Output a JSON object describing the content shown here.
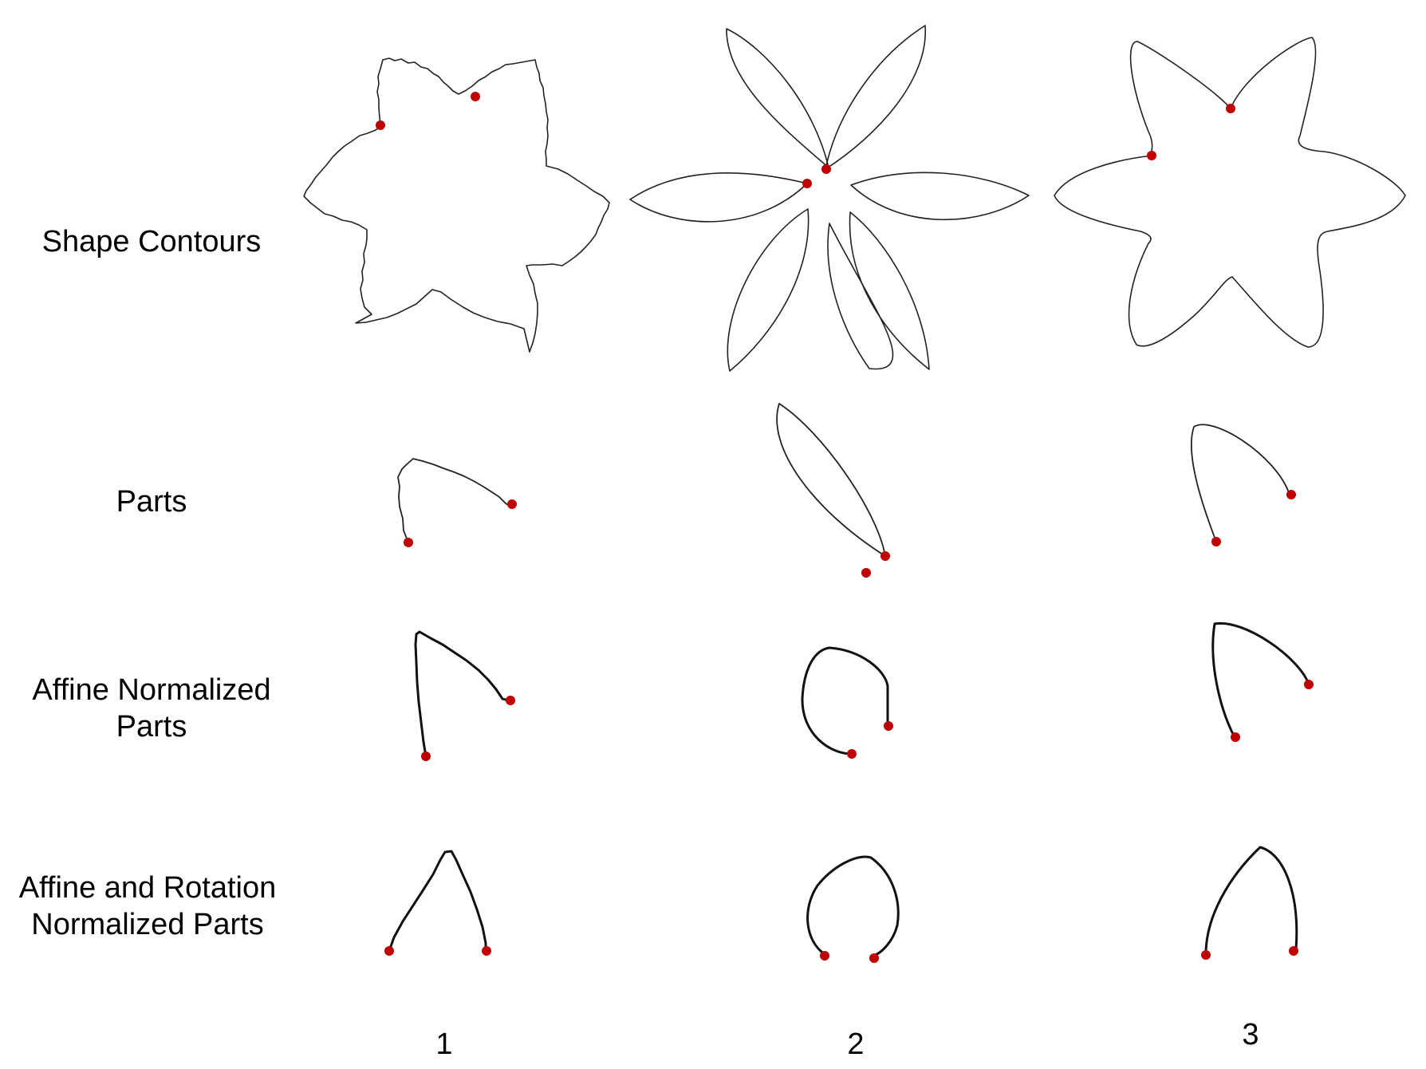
{
  "row_labels": {
    "shape_contours": "Shape Contours",
    "parts": "Parts",
    "affine_line1": "Affine Normalized",
    "affine_line2": "Parts",
    "rotation_line1": "Affine and Rotation",
    "rotation_line2": "Normalized Parts"
  },
  "column_labels": [
    "1",
    "2",
    "3"
  ],
  "colors": {
    "keypoint": "#c00000",
    "stroke": "#222222",
    "background": "#ffffff"
  }
}
